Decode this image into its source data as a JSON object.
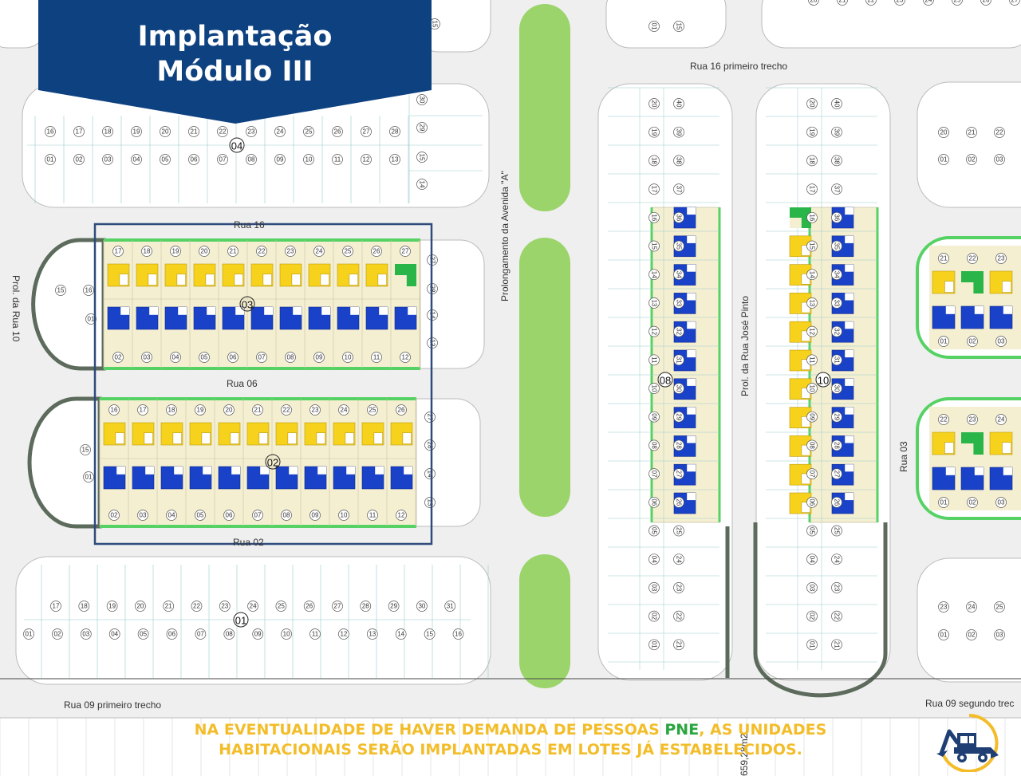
{
  "title": {
    "line1": "Implantação",
    "line2": "Módulo III"
  },
  "streets": {
    "rua_16": "Rua 16 primeiro  trecho",
    "rua_16_left": "Rua 16",
    "rua_06": "Rua 06",
    "rua_02": "Rua 02",
    "rua_09_a": "Rua 09 primeiro trecho",
    "rua_09_b": "Rua 09  segundo trec",
    "rua_03": "Rua 03",
    "prol_rua_10": "Prol. da Rua 10",
    "prol_av_a": "Prolongamento da Avenida \"A\"",
    "prol_jose_pinto": "Prol. da Rua José Pinto"
  },
  "quadras": [
    "04",
    "03",
    "02",
    "01",
    "08",
    "10"
  ],
  "area_label": "659,28m2",
  "notice": {
    "part1": "NA EVENTUALIDADE DE HAVER DEMANDA DE PESSOAS ",
    "pne": "PNE",
    "part2": ", AS UNIDADES",
    "line2": "HABITACIONAIS SERÃO IMPLANTADAS EM LOTES JÁ ESTABELECIDOS."
  },
  "colors": {
    "banner": "#0e4180",
    "lot_bg": "#f5efd2",
    "house_yellow": "#f6d21c",
    "house_blue": "#1942c8",
    "house_green": "#2ab548",
    "border_green": "#56d264",
    "selection": "#2f4b7c",
    "notice": "#f3bd2a",
    "pne": "#2aa63f"
  },
  "logo": "excavator-logo-icon"
}
